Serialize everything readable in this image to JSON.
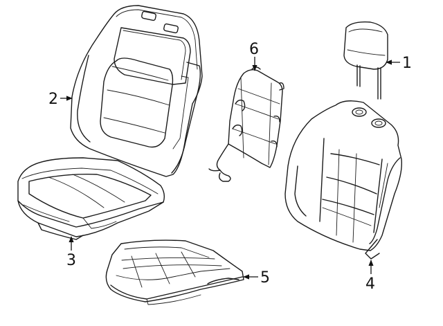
{
  "diagram": {
    "callouts": [
      {
        "id": "headrest",
        "label": "1"
      },
      {
        "id": "backrest-cover",
        "label": "2"
      },
      {
        "id": "cushion-cover",
        "label": "3"
      },
      {
        "id": "backrest-frame",
        "label": "4"
      },
      {
        "id": "cushion-pad",
        "label": "5"
      },
      {
        "id": "lumbar-support",
        "label": "6"
      }
    ]
  }
}
